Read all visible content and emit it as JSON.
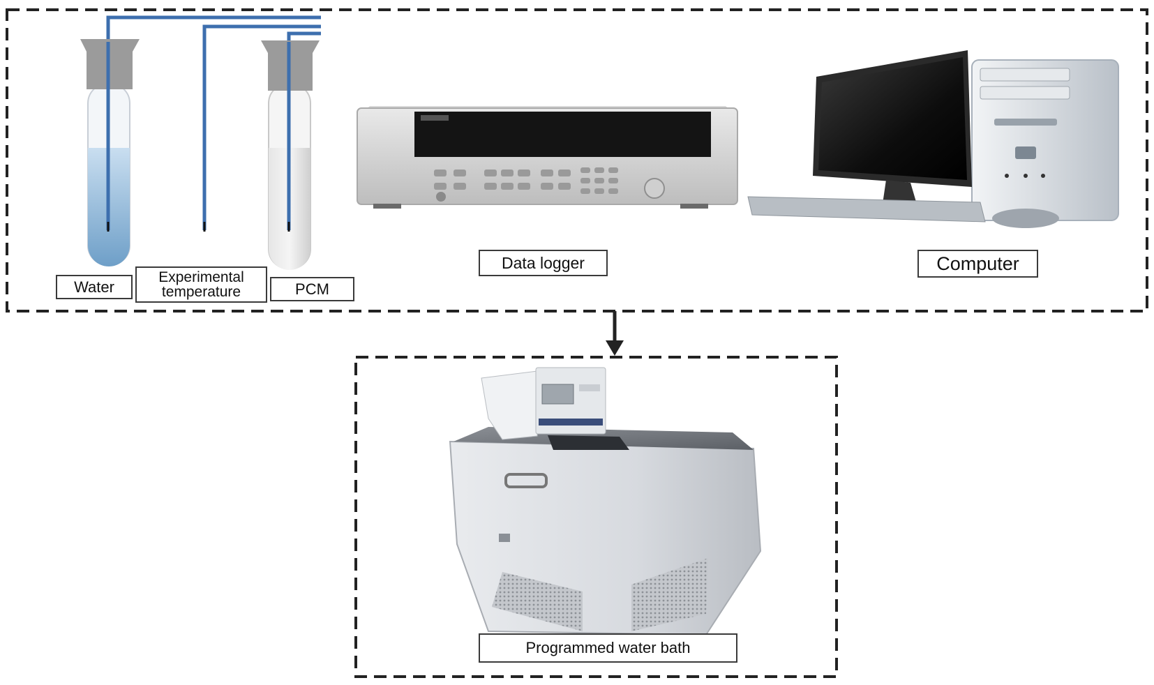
{
  "labels": {
    "water": "Water",
    "experimental_temperature_line1": "Experimental",
    "experimental_temperature_line2": "temperature",
    "pcm": "PCM",
    "data_logger": "Data logger",
    "computer": "Computer",
    "water_bath": "Programmed water bath"
  },
  "colors": {
    "probe_wire": "#3d6fae",
    "water_fill": "#7fb0d6",
    "pcm_fill": "#d8d8d8",
    "tube_cap": "#9b9b9b",
    "dashed_border": "#222222"
  },
  "icons": [
    "test-tube-icon",
    "data-logger-icon",
    "desktop-computer-icon",
    "water-bath-icon",
    "arrow-down-icon"
  ]
}
